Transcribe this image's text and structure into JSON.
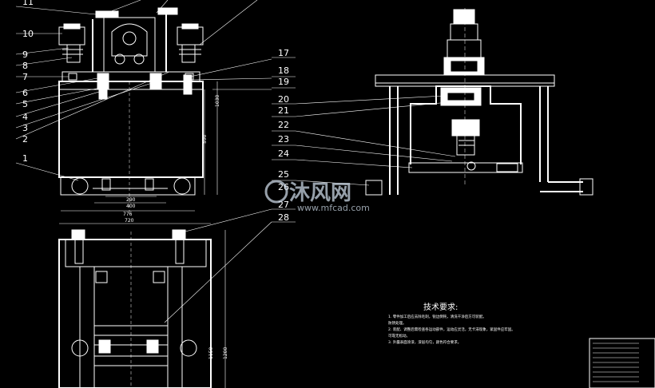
{
  "callouts_left": [
    "11",
    "10",
    "9",
    "8",
    "7",
    "6",
    "5",
    "4",
    "3",
    "2",
    "1"
  ],
  "callouts_right": [
    "17",
    "18",
    "19",
    "20",
    "21",
    "22",
    "23",
    "24",
    "25",
    "26",
    "27",
    "28"
  ],
  "dimensions": {
    "front_width_inner": "400",
    "front_width_outer": "776",
    "front_mid": "290",
    "front_height": "590",
    "front_height_top": "1030",
    "side_width": "720",
    "side_height_a": "1200",
    "side_height_b": "1150"
  },
  "watermark": {
    "brand": "沐风网",
    "url": "www.mfcad.com"
  },
  "tech_requirements": {
    "title": "技术要求:",
    "notes": [
      "1. 零件加工后应去除毛刺，锐边倒钝，清洗干净后方可装配。",
      "   防锈处理。",
      "2. 装配、调整后需检查各运动部件，运动应灵活，无卡滞现象，紧固件应牢固。",
      "   可靠无松动。",
      "3. 外露表面涂漆，漆层均匀，颜色符合要求。"
    ]
  },
  "colors": {
    "line": "#ffffff",
    "background": "#000000",
    "watermark": "#c9d6e3"
  }
}
